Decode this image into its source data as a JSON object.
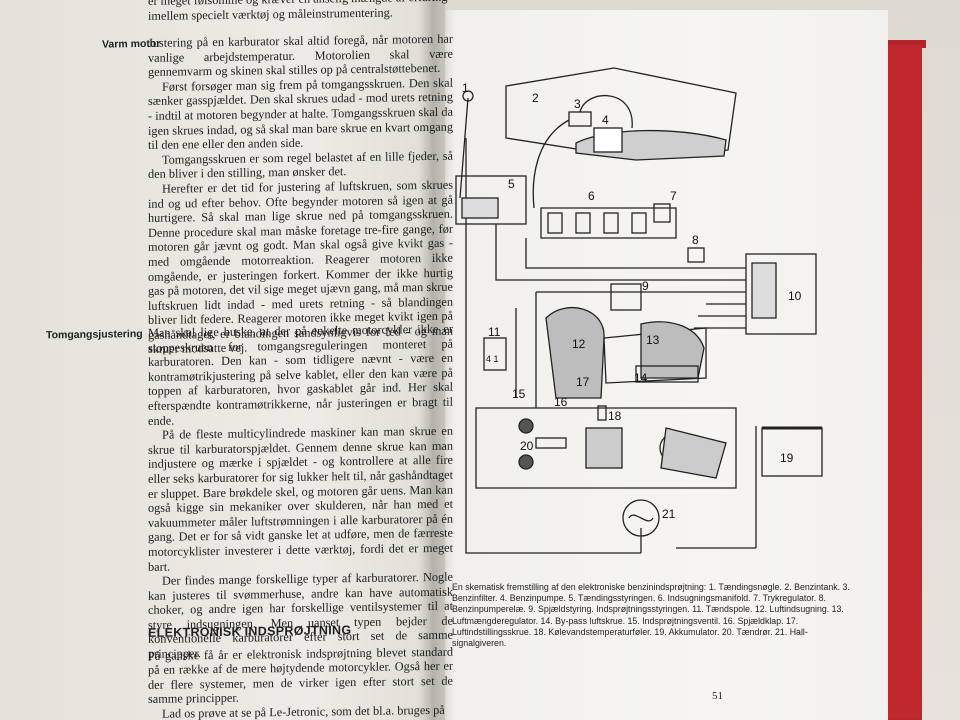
{
  "left_page": {
    "top_lines": [
      "er meget følsomme og kræver en anselig mængde af erfaring",
      "imellem specielt værktøj og måleinstrumentering."
    ],
    "section_warm": {
      "label": "Varm motor",
      "paragraphs": [
        "Justering på en karburator skal altid foregå, når motoren har vanlige arbejdstemperatur. Motorolien skal være gennemvarm og skinen skal stilles op på centralstøttebenet.",
        "Først forsøger man sig frem på tomgangsskruen. Den skal sænker gasspjældet. Den skal skrues udad - mod urets retning - indtil at motoren begynder at halte. Tomgangsskruen skal da igen skrues indad, og så skal man bare skrue en kvart omgang til den ene eller den anden side.",
        "Tomgangsskruen er som regel belastet af en lille fjeder, så den bliver i den stilling, man ønsker det.",
        "Herefter er det tid for justering af luftskruen, som skrues ind og ud efter behov. Ofte begynder motoren så igen at gå hurtigere. Så skal man lige skrue ned på tomgangsskruen. Denne procedure skal man måske foretage tre-fire gange, før motoren går jævnt og godt. Man skal også give kvikt gas - med omgående motorreaktion. Reagerer motoren ikke omgående, er justeringen forkert. Kommer der ikke hurtig gas på motoren, det vil sige meget ujævn gang, må man skrue luftskruen lidt indad - med urets retning - så blandingen bliver lidt federe. Reagerer motoren ikke meget kvikt igen på gashåndtaget, er blandingen sandsynligvis for fed - og man skruer modsatte vej."
      ]
    },
    "section_idle": {
      "label": "Tomgangsjustering",
      "paragraphs": [
        "Man skal lige huske, at der på enkelte motorcykler ikke er stoppeskruen for tomgangsreguleringen monteret på karburatoren. Den kan - som tidligere nævnt - være en kontramøtrikjustering på selve kablet, eller den kan være på toppen af karburatoren, hvor gaskablet går ind. Her skal efterspændte kontramøtrikkerne, når justeringen er bragt til ende.",
        "På de fleste multicylindrede maskiner kan man skrue en skrue til karburatorspjældet. Gennem denne skrue kan man indjustere og mærke i spjældet - og kontrollere at alle fire eller seks karburatorer for sig lukker helt til, når gashåndtaget er sluppet. Bare brøkdele skel, og motoren går uens. Man kan også kigge sin mekaniker over skulderen, når han med et vakuummeter måler luftstrømningen i alle karburatorer på én gang. Det er for så vidt ganske let at udføre, men de færreste motorcyklister investerer i dette værktøj, fordi det er meget bart.",
        "Der findes mange forskellige typer af karburatorer. Nogle kan justeres til svømmerhuse, andre kan have automatisk choker, og andre igen har forskellige ventilsystemer til at styre indsugningen. Men uanset typen bejder de konventionelle karburatorer efter stort set de samme principper."
      ]
    },
    "heading_electronic": "ELEKTRONISK INDSPRØJTNING",
    "electronic_paragraphs": [
      "På ganske få år er elektronisk indsprøjtning blevet standard på en række af de mere højtydende motorcykler. Også her er der flere systemer, men de virker igen efter stort set de samme principper.",
      "Lad os prøve at se på Le-Jetronic, som det bl.a. bruges på"
    ]
  },
  "diagram": {
    "labels": [
      "1",
      "2",
      "3",
      "4",
      "5",
      "6",
      "7",
      "8",
      "9",
      "10",
      "11",
      "12",
      "13",
      "14",
      "15",
      "16",
      "17",
      "18",
      "19",
      "20",
      "21"
    ],
    "relay_text": "4 1"
  },
  "caption": "En skematisk fremstilling af den elektroniske benzinindsprøjtning: 1. Tændingsnøgle. 2. Benzintank. 3. Benzinfilter. 4. Benzinpumpe. 5. Tændingsstyringen. 6. Indsugningsmanifold. 7. Trykregulator. 8. Benzinpumperelæ. 9. Spjældstyring. Indsprøjtningsstyringen. 11. Tændspole. 12. Luftindsugning. 13. Luftmængderegulator. 14. By-pass luftskrue. 15. Indsprøjtningsventil. 16. Spjældklap. 17. Luftindstillingsskrue. 18. Kølevandstemperaturføler. 19. Akkumulator. 20. Tændrør. 21. Hall-signalgiveren.",
  "page_number": "51"
}
